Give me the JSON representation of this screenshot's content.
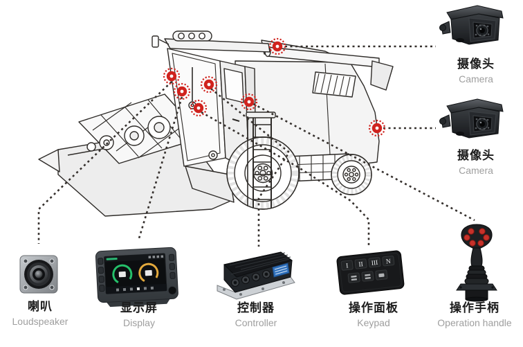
{
  "diagram": {
    "subject": "combine-harvester-line-art",
    "mount_marker_count": 7
  },
  "colors": {
    "marker_red": "#d0231e",
    "connector_line": "#35302d",
    "label_zh": "#1b1b1b",
    "label_en": "#9e9e9e",
    "gauge_green": "#25c06a",
    "gauge_orange": "#e3a93c",
    "controller_label_blue": "#2f70bb"
  },
  "labels": {
    "camera_top": {
      "zh": "摄像头",
      "en": "Camera"
    },
    "camera_rear": {
      "zh": "摄像头",
      "en": "Camera"
    },
    "loudspeaker": {
      "zh": "喇叭",
      "en": "Loudspeaker"
    },
    "display": {
      "zh": "显示屏",
      "en": "Display"
    },
    "controller": {
      "zh": "控制器",
      "en": "Controller"
    },
    "keypad": {
      "zh": "操作面板",
      "en": "Keypad"
    },
    "handle": {
      "zh": "操作手柄",
      "en": "Operation handle"
    }
  },
  "keypad_keys": [
    "I",
    "II",
    "III",
    "N"
  ]
}
